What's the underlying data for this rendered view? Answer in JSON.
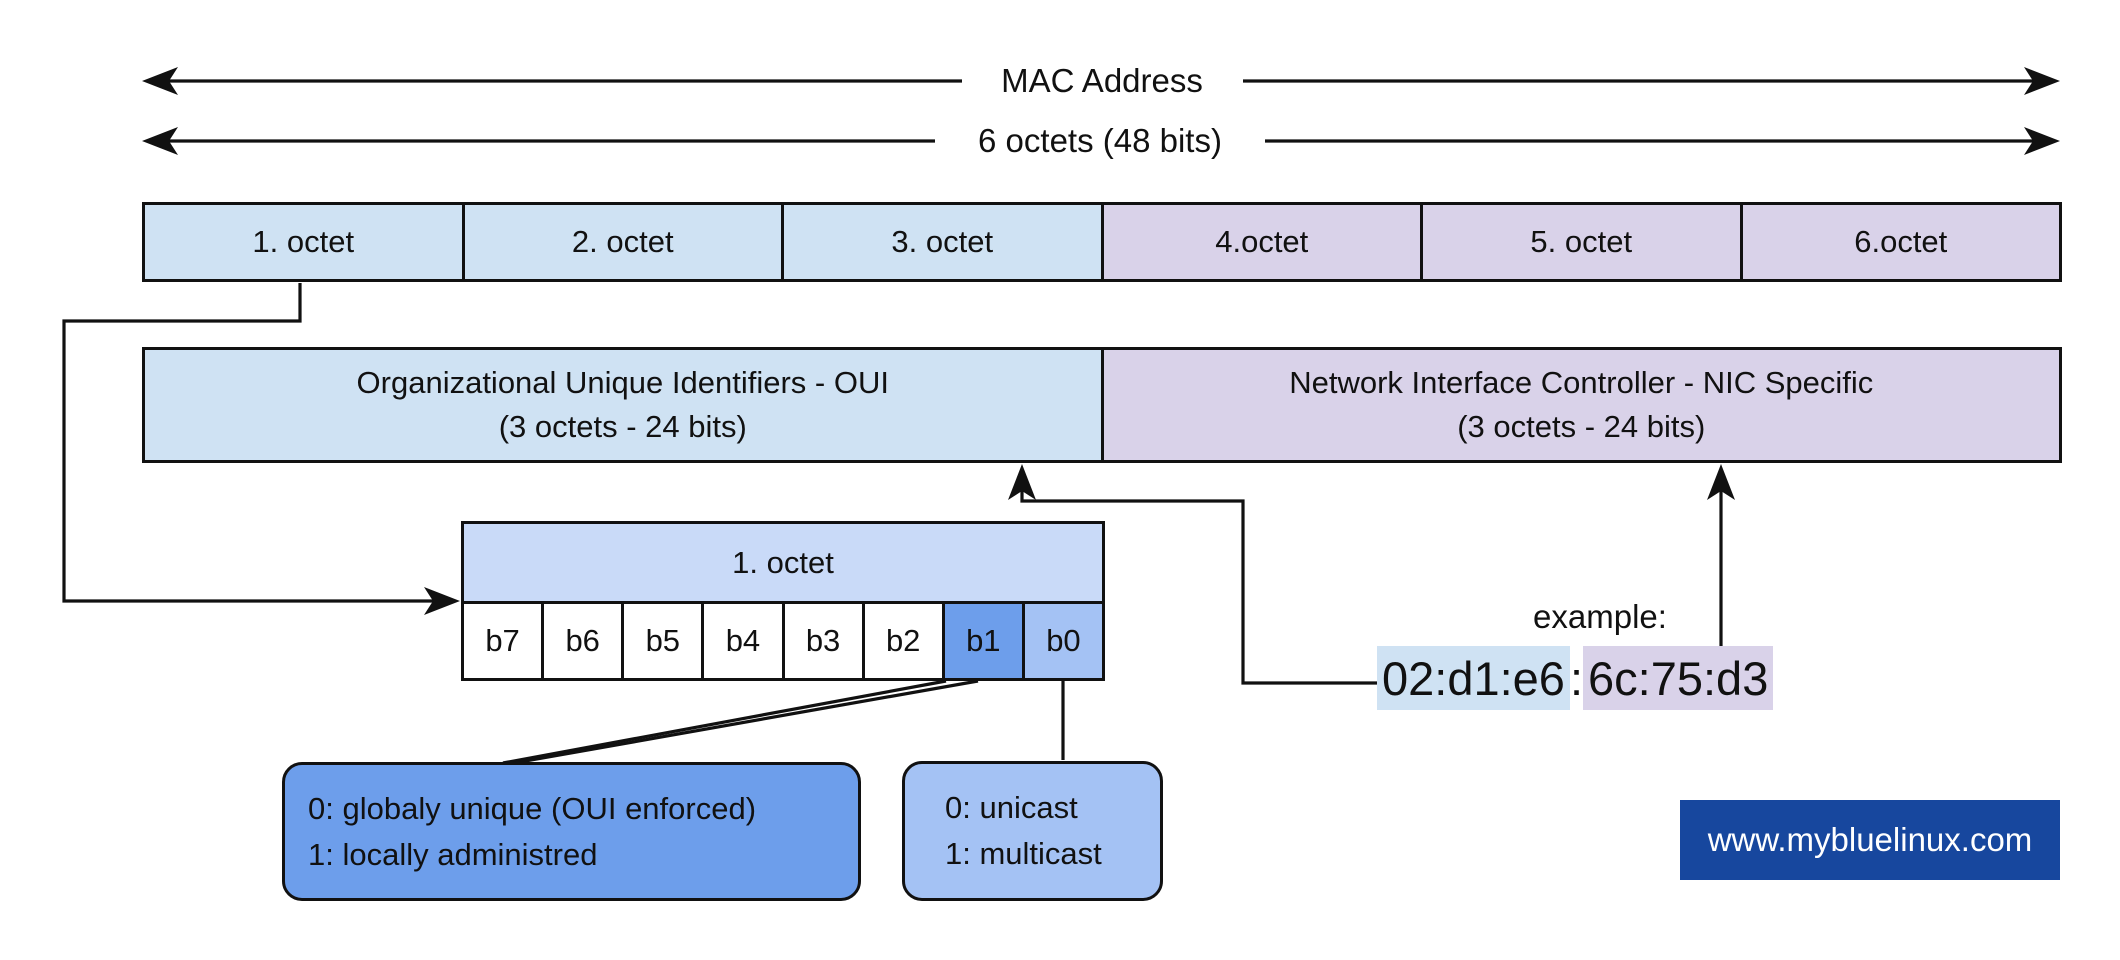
{
  "title_arrows": {
    "mac_label": "MAC Address",
    "octets_label": "6 octets (48 bits)"
  },
  "octet_row": [
    "1. octet",
    "2. octet",
    "3. octet",
    "4.octet",
    "5. octet",
    "6.octet"
  ],
  "oui_section": {
    "title": "Organizational Unique Identifiers - OUI",
    "subtitle": "(3 octets - 24 bits)"
  },
  "nic_section": {
    "title": "Network Interface Controller - NIC Specific",
    "subtitle": "(3 octets - 24 bits)"
  },
  "first_octet_detail": {
    "header": "1. octet",
    "bits": [
      "b7",
      "b6",
      "b5",
      "b4",
      "b3",
      "b2",
      "b1",
      "b0"
    ]
  },
  "callouts": {
    "b1_meaning": {
      "line1": "0: globaly unique (OUI enforced)",
      "line2": "1: locally administred"
    },
    "b0_meaning": {
      "line1": "0: unicast",
      "line2": "1: multicast"
    }
  },
  "example": {
    "label": "example:",
    "oui_part": "02:d1:e6",
    "separator": ":",
    "nic_part": "6c:75:d3"
  },
  "footer": {
    "website": "www.mybluelinux.com"
  },
  "colors": {
    "octet_blue": "#cfe2f3",
    "octet_purple": "#d9d2e9",
    "detail_header_blue": "#c9daf8",
    "bit1_blue": "#6d9eeb",
    "bit0_blue": "#a4c2f4",
    "logo_background": "#17479e",
    "line_color": "#111111"
  }
}
